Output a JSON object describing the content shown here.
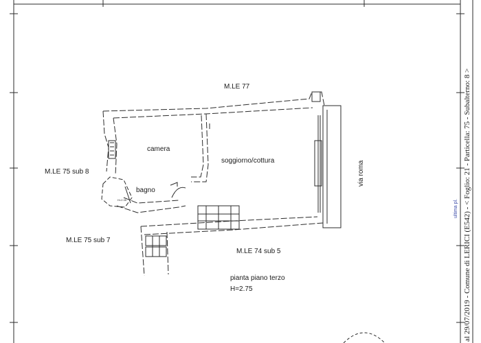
{
  "labels": {
    "north_neighbor": "M.LE 77",
    "west_neighbor_top": "M.LE 75 sub 8",
    "west_neighbor_bottom": "M.LE 75 sub 7",
    "south_neighbor": "M.LE 74 sub 5",
    "room_camera": "camera",
    "room_living": "soggiorno/cottura",
    "room_bath": "bagno",
    "street": "via roma",
    "bath_height": "H=2.35",
    "floor_name": "pianta piano terzo",
    "floor_height": "H=2.75"
  },
  "margin": {
    "cadastre_text": "al 29/07/2019 - Comune di LERICI (E542) - < Foglio: 21 - Particella: 75 - Subalterno: 8 >",
    "stamp_text": "ultima pl."
  },
  "colors": {
    "line": "#2a2a2a",
    "stamp": "#3a4aa8"
  }
}
